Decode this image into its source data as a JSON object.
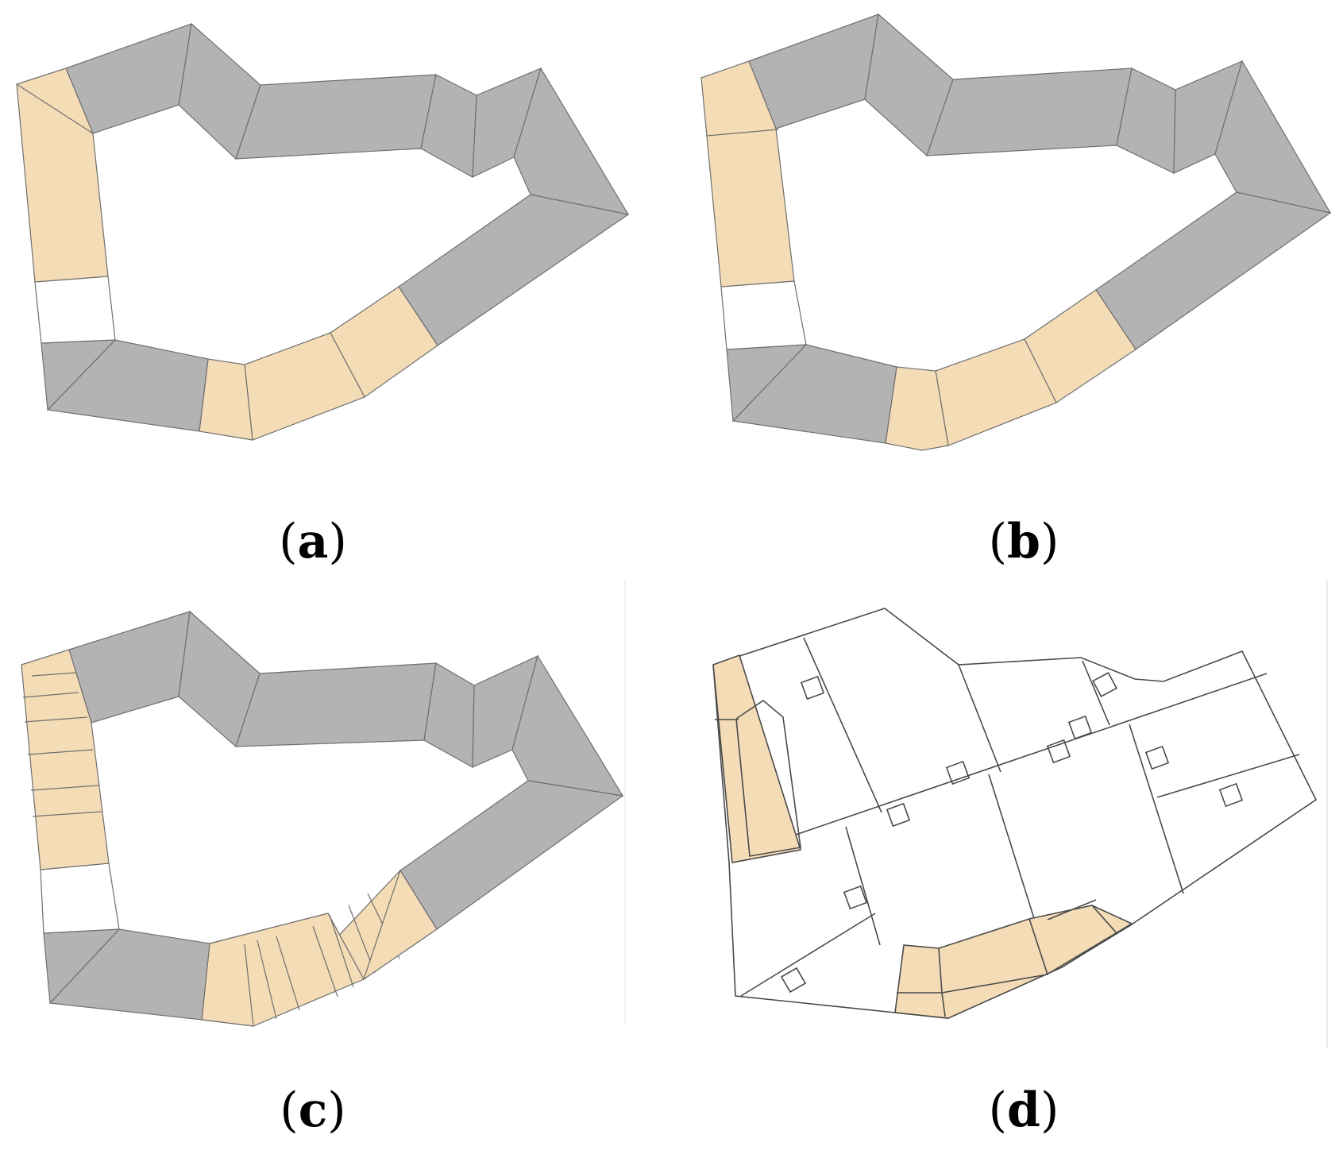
{
  "panels": [
    {
      "id": "a",
      "label": "(a)",
      "letter": "a"
    },
    {
      "id": "b",
      "label": "(b)",
      "letter": "b"
    },
    {
      "id": "c",
      "label": "(c)",
      "letter": "c"
    },
    {
      "id": "d",
      "label": "(d)",
      "letter": "d"
    }
  ],
  "colors": {
    "occupied_segment": "#b3b3b3",
    "highlighted_segment": "#f4dcb7",
    "outline": "#6f6f6f",
    "background": "#ffffff"
  }
}
